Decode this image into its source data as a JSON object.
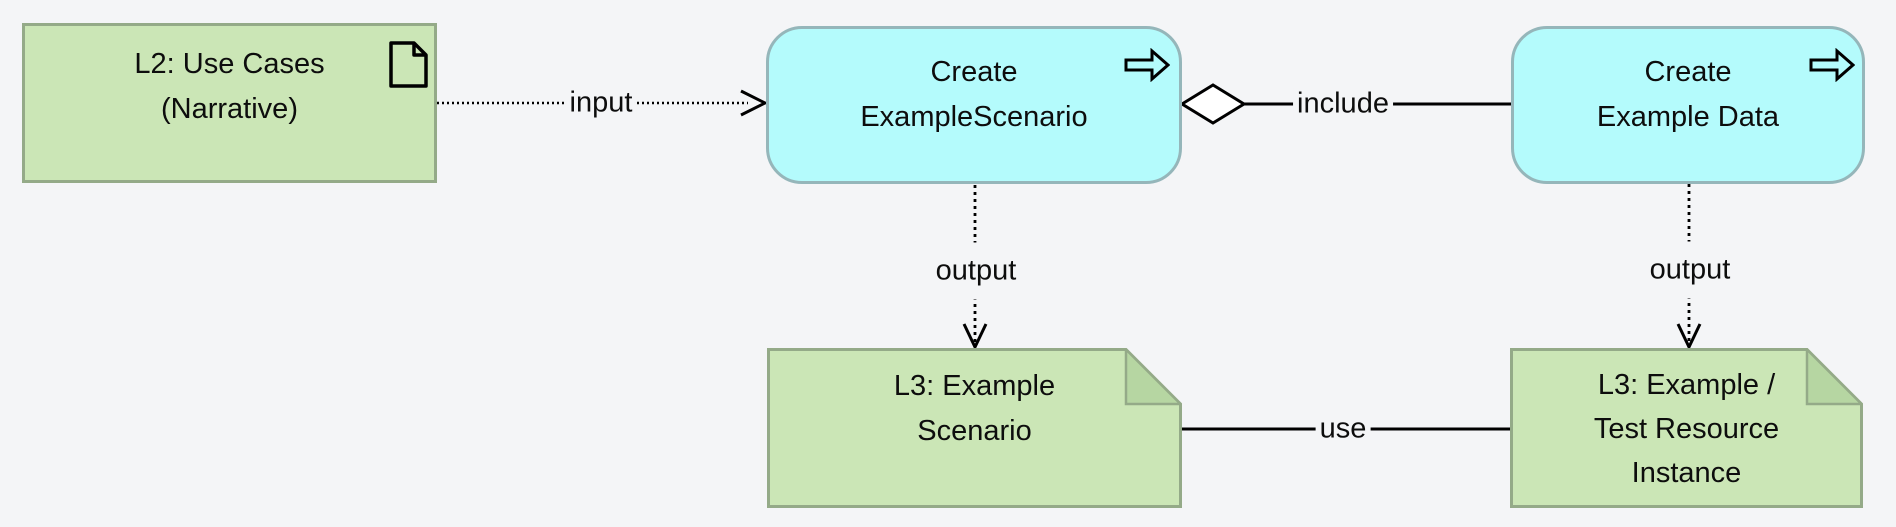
{
  "diagram": {
    "background_color": "#f4f5f7",
    "colors": {
      "green_fill": "#cbe6b6",
      "green_border": "#94aa88",
      "green_fold_fill": "#b6d6a2",
      "cyan_fill": "#b4fbfc",
      "cyan_border": "#95b6ba",
      "line_color": "#000000",
      "text_color": "#0d0d0d",
      "diamond_fill": "#ffffff"
    },
    "nodes": {
      "use_cases": {
        "label": "L2: Use Cases\n(Narrative)",
        "shape": "rectangle",
        "icon": "document-icon"
      },
      "create_example_scenario": {
        "label": "Create\nExampleScenario",
        "shape": "rounded-rectangle",
        "icon": "process-arrow-icon"
      },
      "create_example_data": {
        "label": "Create\nExample Data",
        "shape": "rounded-rectangle",
        "icon": "process-arrow-icon"
      },
      "example_scenario": {
        "label": "L3: Example\nScenario",
        "shape": "note-folded-corner"
      },
      "example_test_resource_instance": {
        "label": "L3: Example /\nTest Resource\nInstance",
        "shape": "note-folded-corner"
      }
    },
    "edges": {
      "input": {
        "label": "input",
        "type": "dotted-open-arrow"
      },
      "include": {
        "label": "include",
        "type": "aggregation-diamond"
      },
      "output_scenario": {
        "label": "output",
        "type": "dotted-open-arrow"
      },
      "output_data": {
        "label": "output",
        "type": "dotted-open-arrow"
      },
      "use": {
        "label": "use",
        "type": "association-line"
      }
    }
  }
}
